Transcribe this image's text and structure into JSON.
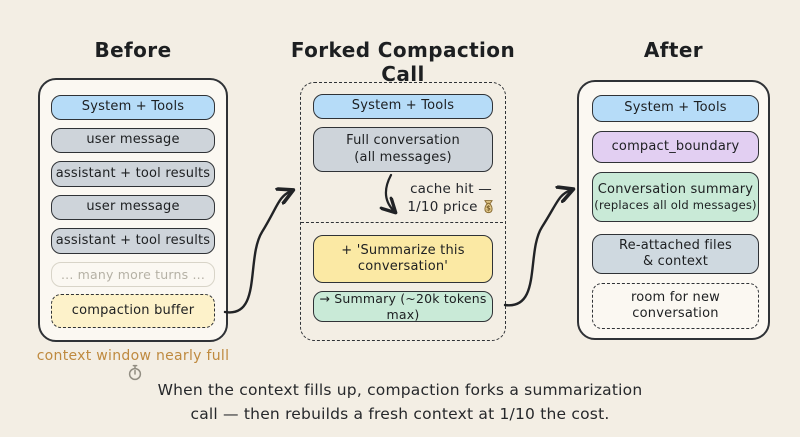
{
  "palette": {
    "background": "#f3eee4",
    "panel_fill": "#fbf8f2",
    "ink": "#1d1f21",
    "blue_box": "#b6dcf8",
    "gray_box": "#ced4da",
    "gray_blue_box": "#cfd9e0",
    "yellow_box": "#fbe9a4",
    "pale_yellow_box": "#fdf2ca",
    "green_box": "#c9ead7",
    "purple_box": "#e2cff2",
    "footnote_orange": "#bf8a3f"
  },
  "before": {
    "title": "Before",
    "boxes": [
      {
        "label": "System + Tools"
      },
      {
        "label": "user message"
      },
      {
        "label": "assistant + tool results"
      },
      {
        "label": "user message"
      },
      {
        "label": "assistant + tool results"
      },
      {
        "label": "... many more turns ..."
      },
      {
        "label": "compaction buffer"
      }
    ],
    "footnote": "context window nearly full"
  },
  "forked": {
    "title": "Forked Compaction Call",
    "system_box": "System + Tools",
    "full_conversation_line1": "Full conversation",
    "full_conversation_line2": "(all messages)",
    "cache_note_line1": "cache hit —",
    "cache_note_line2": "1/10 price",
    "summarize_line1": "+ 'Summarize this",
    "summarize_line2": "conversation'",
    "summary_box": "→ Summary (~20k tokens max)"
  },
  "after": {
    "title": "After",
    "system_box": "System + Tools",
    "boundary_box": "compact_boundary",
    "summary_line1": "Conversation summary",
    "summary_line2": "(replaces all old messages)",
    "reattached_line1": "Re-attached files",
    "reattached_line2": "& context",
    "room_line1": "room for new",
    "room_line2": "conversation"
  },
  "caption": {
    "line1": "When the context fills up, compaction forks a summarization",
    "line2": "call — then rebuilds a fresh context at 1/10 the cost."
  }
}
